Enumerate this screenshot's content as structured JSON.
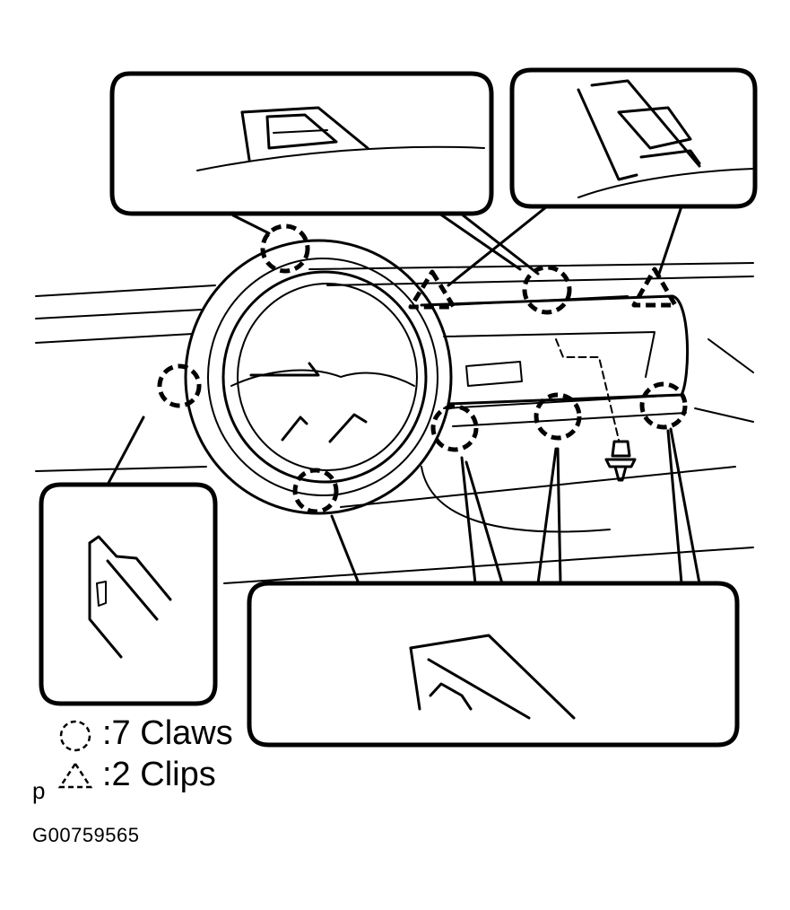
{
  "legend": {
    "claws_text": ":7 Claws",
    "clips_text": ":2 Clips",
    "prefix_marker": "p"
  },
  "figure_id": "G00759565",
  "icons": {
    "claw_marker": "dashed-circle-icon",
    "clip_marker": "dashed-triangle-icon"
  }
}
